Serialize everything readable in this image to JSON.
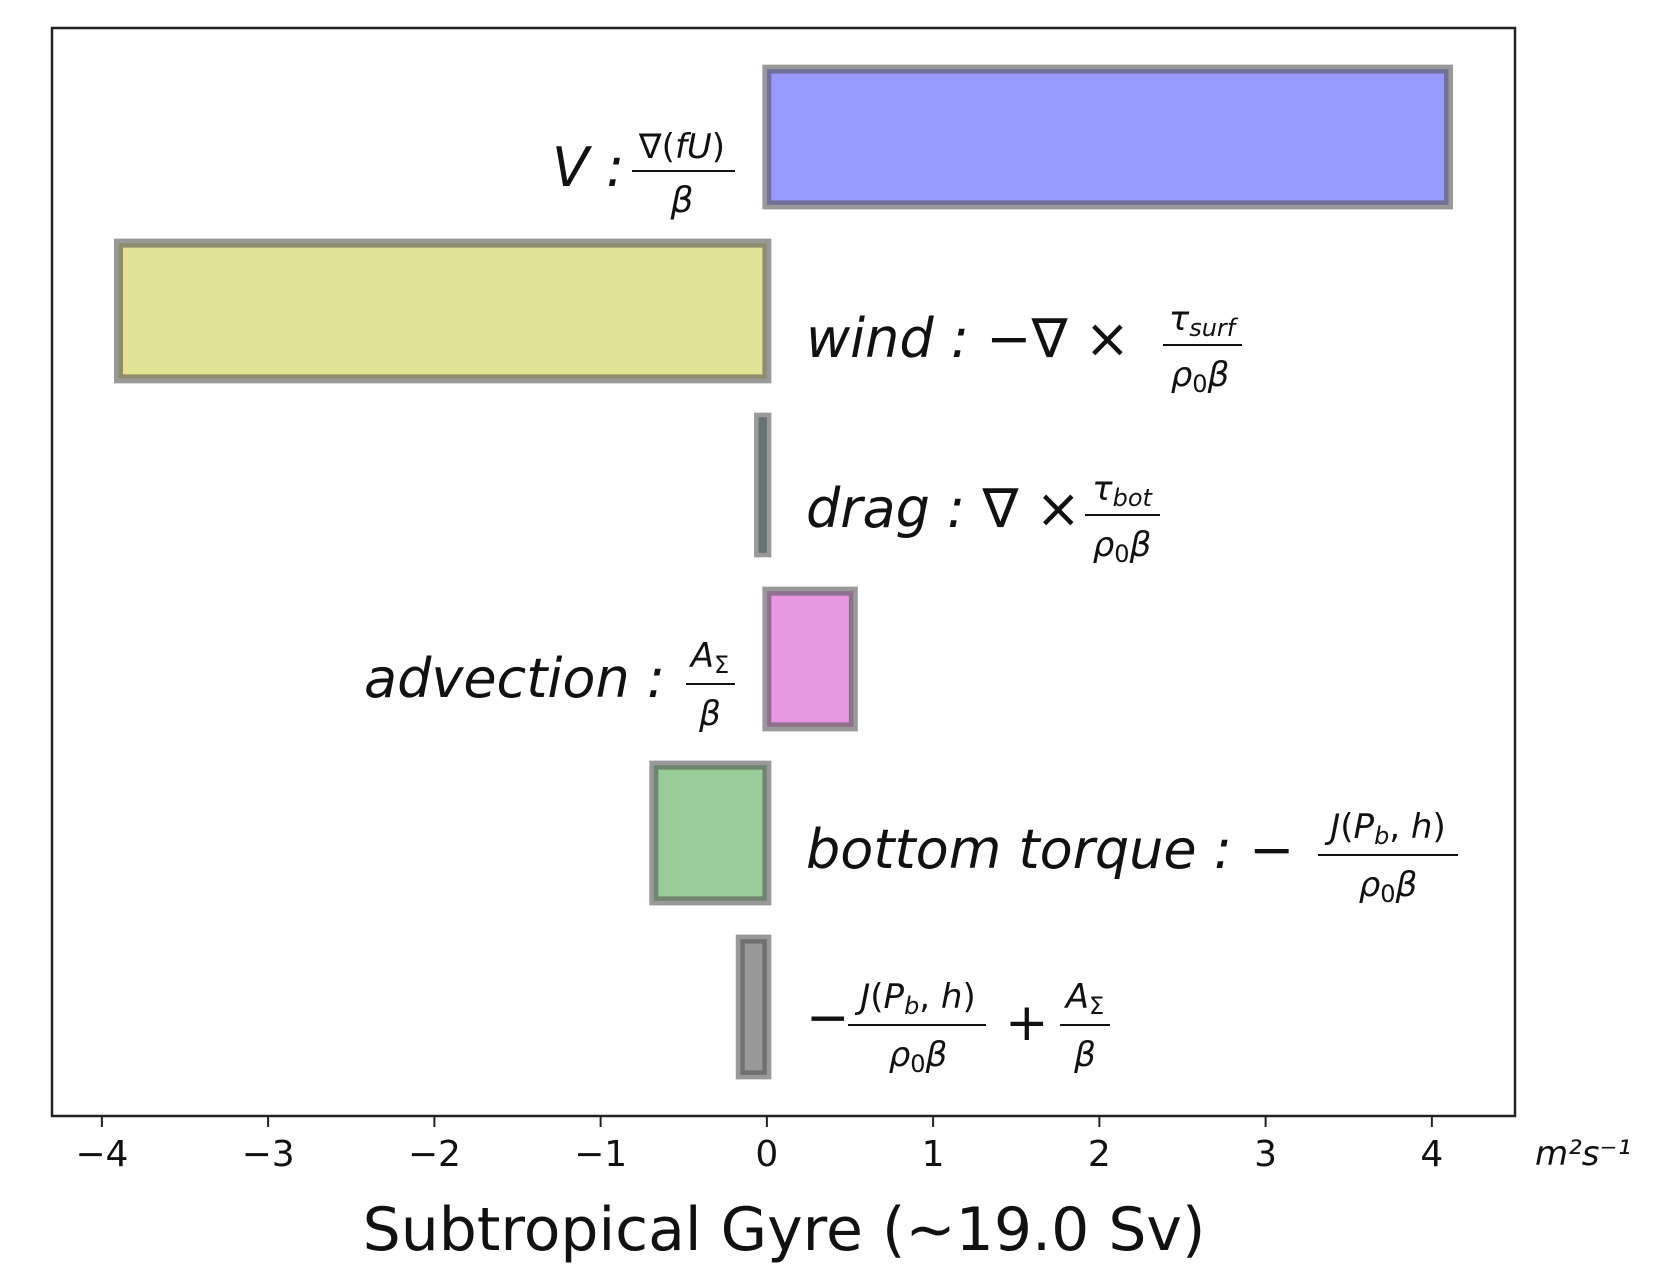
{
  "chart_data": {
    "type": "bar",
    "orientation": "horizontal",
    "xlabel": "Subtropical Gyre (~19.0 Sv)",
    "x_unit_label": "m²s⁻¹",
    "xlim": [
      -4.3,
      4.5
    ],
    "xticks": [
      -4,
      -3,
      -2,
      -1,
      0,
      1,
      2,
      3,
      4
    ],
    "xtick_labels": [
      "−4",
      "−3",
      "−2",
      "−1",
      "0",
      "1",
      "2",
      "3",
      "4"
    ],
    "grid": false,
    "bars": [
      {
        "key": "V",
        "label": "V : ∇(fU)/β",
        "value": 4.1,
        "color": "#9999ff",
        "label_side": "left"
      },
      {
        "key": "wind",
        "label": "wind : −∇ × τsurf/(ρ0β)",
        "value": -3.9,
        "color": "#e3e396",
        "label_side": "right"
      },
      {
        "key": "drag",
        "label": "drag : ∇ × τbot/(ρ0β)",
        "value": -0.05,
        "color": "#7fa0a0",
        "label_side": "right"
      },
      {
        "key": "advection",
        "label": "advection : AΣ/β",
        "value": 0.52,
        "color": "#e699e0",
        "label_side": "left"
      },
      {
        "key": "bottom_torque",
        "label": "bottom torque : −J(Pb, h)/(ρ0β)",
        "value": -0.68,
        "color": "#99cc99",
        "label_side": "right"
      },
      {
        "key": "sum",
        "label": "−J(Pb, h)/(ρ0β) + AΣ/β",
        "value": -0.16,
        "color": "#999999",
        "label_side": "right"
      }
    ]
  }
}
